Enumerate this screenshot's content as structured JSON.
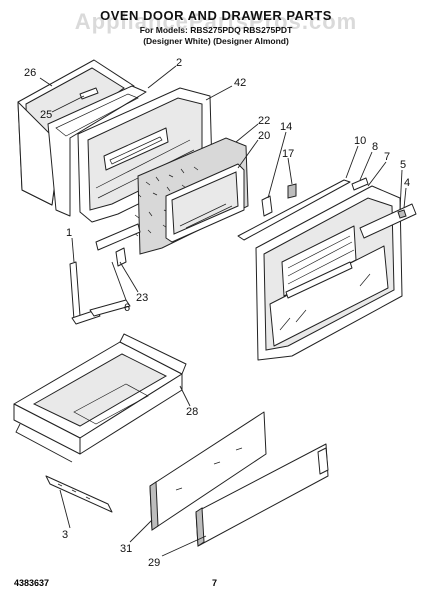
{
  "watermark": "AppliancePartsPros.com",
  "header": {
    "title": "OVEN DOOR AND DRAWER PARTS",
    "subtitle": "For Models: RBS275PDQ RBS275PDT",
    "models_note": "(Designer White) (Designer Almond)"
  },
  "callouts": [
    "26",
    "25",
    "2",
    "42",
    "22",
    "20",
    "14",
    "17",
    "10",
    "8",
    "7",
    "5",
    "4",
    "1",
    "6",
    "23",
    "28",
    "3",
    "31",
    "29"
  ],
  "footer": {
    "doc_number": "4383637",
    "page": "7"
  }
}
